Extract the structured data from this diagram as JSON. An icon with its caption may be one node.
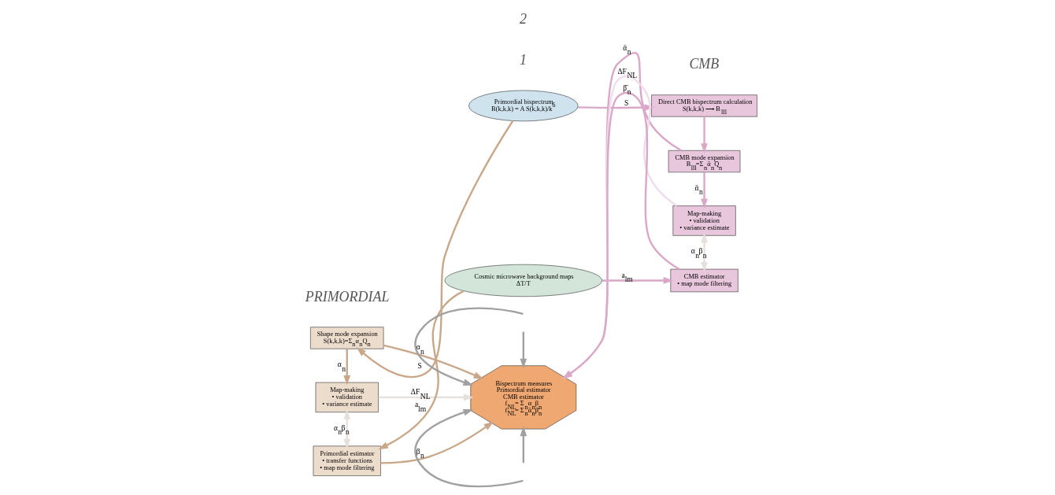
{
  "diagram": {
    "nodes": [
      {
        "text": [
          "Shape mode expansion",
          "S(k,k,k)=Σ$_{n}$α$_{n}$Q$_{n}$"
        ]
      },
      {
        "text": [
          "Map-making",
          "• validation",
          "• variance estimate"
        ]
      },
      {
        "text": [
          "Primordial estimator",
          "• transfer functions",
          "• map mode filtering"
        ]
      },
      {
        "text": [
          "Primordial bispectrum",
          "B(k,k,k) = A S(k,k,k)/k$^{6}$"
        ]
      },
      {
        "text": [
          "Bispectrum measures",
          "Primordial estimator",
          "CMB estimator",
          "f$_{NL}$= Σ$_{n}$α$_{n}$β$_{n}$",
          "f$_{NL}$= Σ$_{n}$ᾱ$_{n}$β̄$_{n}$"
        ]
      },
      {
        "text": [
          "Cosmic microwave background maps",
          "ΔT/T"
        ]
      },
      {
        "text": [
          "Direct CMB bispectrum calculation",
          "S(k,k,k) ⟶ B$_{lll}$"
        ]
      },
      {
        "text": [
          "CMB mode expansion",
          "B$_{lll}$=Σ$_{n}$ᾱ$_{n}$Q̄$_{n}$"
        ]
      },
      {
        "text": [
          "Map-making",
          "• validation",
          "• variance estimate"
        ]
      },
      {
        "text": [
          "CMB estimator",
          "• map mode filtering"
        ]
      }
    ],
    "edges": [
      {
        "from": 3,
        "to": 0,
        "arrow": "to",
        "label": "S"
      },
      {
        "from": 0,
        "to": 1,
        "arrow": "to",
        "label": "α$_{n}$"
      },
      {
        "from": 1,
        "to": 2,
        "arrow": "both",
        "label": "α$_{n}$β$_{n}$",
        "color": "#e6e0dc"
      },
      {
        "from": 0,
        "to": 4,
        "arrow": "to",
        "label": "α$_{n}$"
      },
      {
        "from": 1,
        "to": 4,
        "arrow": "to",
        "label": "ΔF$_{NL}$",
        "color": "#e6e0dc"
      },
      {
        "from": 2,
        "to": 4,
        "arrow": "to",
        "label": "β$_{n}$"
      },
      {
        "from": 5,
        "to": 2,
        "arrow": "to",
        "label": "a$_{lm}$"
      },
      {
        "from": 3,
        "to": 6,
        "arrow": "to",
        "label": "S",
        "color": "#d9a8c8"
      },
      {
        "from": 6,
        "to": 7,
        "arrow": "to",
        "color": "#d9a8c8"
      },
      {
        "from": 7,
        "to": 4,
        "arrow": "to",
        "label": "ᾱ$_{n}$",
        "color": "#d9a8c8"
      },
      {
        "from": 7,
        "to": 8,
        "arrow": "to",
        "label": "ᾱ$_{n}$",
        "color": "#d9a8c8"
      },
      {
        "from": 8,
        "to": 4,
        "arrow": "to",
        "label": "ΔF$_{NL}$",
        "color": "#f0dcea"
      },
      {
        "from": 8,
        "to": 9,
        "arrow": "both",
        "label": "α$_{n}$β$_{n}$",
        "color": "#e6e0dc"
      },
      {
        "from": 9,
        "to": 4,
        "arrow": "to",
        "label": "β̄$_{n}$",
        "color": "#d9a8c8"
      },
      {
        "from": 5,
        "to": 9,
        "arrow": "to",
        "label": "a$_{lm}$",
        "color": "#d9a8c8"
      },
      {
        "from": null,
        "to": 4,
        "arrow": "to",
        "color": "#a0a0a0"
      },
      {
        "from": null,
        "to": 4,
        "arrow": "to",
        "color": "#a0a0a0"
      },
      {
        "from": null,
        "to": 4,
        "arrow": "to",
        "color": "#a0a0a0"
      },
      {
        "from": null,
        "to": 4,
        "arrow": "to",
        "color": "#a0a0a0"
      }
    ],
    "labels": [
      "PRIMORDIAL",
      "1",
      "2",
      "CMB"
    ]
  }
}
